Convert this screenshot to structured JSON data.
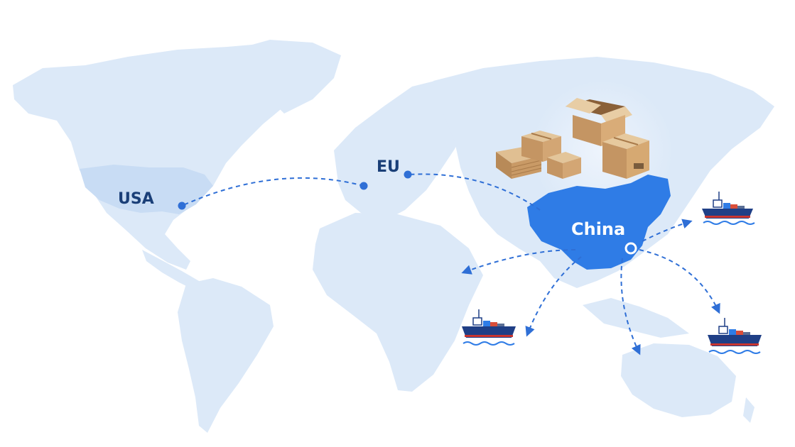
{
  "map": {
    "regions": {
      "usa": "USA",
      "eu": "EU",
      "china": "China"
    },
    "icons": {
      "origin_marker": "hollow-circle-marker-icon",
      "destination_marker": "dot-marker-icon",
      "boxes": "cardboard-boxes-icon",
      "ship": "container-ship-icon"
    },
    "colors": {
      "ocean": "#ffffff",
      "land": "#dce9f8",
      "land_light": "#e6effa",
      "highlight_country": "#2f7ce6",
      "usa_fill": "#c8dcf4",
      "route": "#2f6fd6",
      "label_dark": "#1a3f78",
      "label_light": "#ffffff",
      "ship_hull": "#1f3f86",
      "ship_stripe": "#c9352f"
    }
  }
}
